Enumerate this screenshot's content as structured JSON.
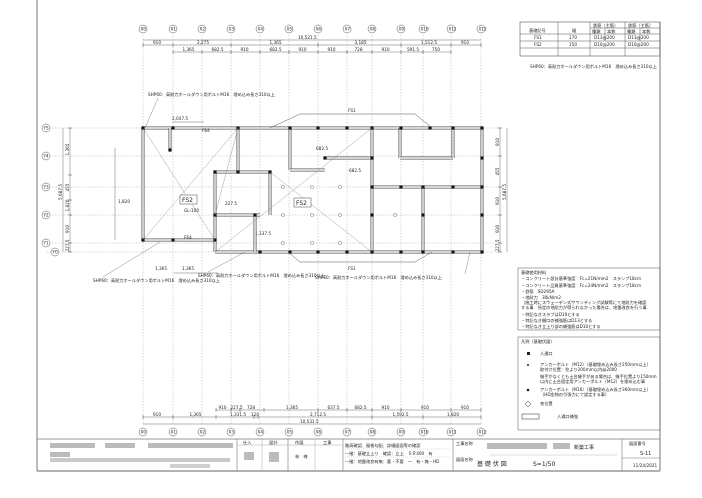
{
  "drawing": {
    "x_axes": [
      "X0",
      "X1",
      "X2",
      "X3",
      "X4",
      "X5",
      "X6",
      "X7",
      "X8",
      "X9",
      "X10",
      "X11",
      "X12"
    ],
    "y_axes": [
      "Y5",
      "Y4",
      "Y3",
      "Y2",
      "Y1",
      "Y0"
    ],
    "top_total": "10,521.5",
    "top_dims_row1": [
      "910",
      "2,275",
      "1,365",
      "3,185",
      "1,512.5",
      "910"
    ],
    "top_dims_row2": [
      "1,365",
      "682.5",
      "910",
      "682.5",
      "910",
      "910",
      "728",
      "910",
      "591.5",
      "750"
    ],
    "bottom_dims_row1": [
      "910",
      "227.5",
      "728",
      "1,365",
      "637.5",
      "682.5",
      "910",
      "910",
      "910"
    ],
    "bottom_dims_row2": [
      "910",
      "1,365",
      "1,331.5",
      "120",
      "2,712.5",
      "1,592.5",
      "1,820"
    ],
    "bottom_total": "10,531.5",
    "left_dims": [
      "1,365",
      "455",
      "1,820",
      "910",
      "227.5"
    ],
    "left_total": "5,687.5",
    "right_dims": [
      "910",
      "455",
      "910",
      "910",
      "227.5"
    ],
    "right_total": "5,687.5",
    "inner_dims": [
      "2,047.5",
      "1,365",
      "1,820",
      "682.5",
      "682.5",
      "1,137.5",
      "1,365",
      "227.5"
    ],
    "labels": {
      "fs1_top": "FS1",
      "fs1_bottom": "FS1",
      "fs2_left": "FS2",
      "fs2_right": "FS2",
      "f64_top": "F64",
      "f64_bottom": "F64",
      "gl": "GL-100"
    },
    "callouts": [
      "SHP60：高耐力ホールダウン用ボルトM16　埋め込み長さ310以上",
      "SHP60：高耐力ホールダウン用ボルトM16　埋め込み長さ310以上",
      "SHP60：高耐力ホールダウン用ボルトM16　埋め込み長さ310以上",
      "SHP60：高耐力ホールダウン用ボルトM16　埋め込み長さ310以上"
    ]
  },
  "foundation_table": {
    "headers": [
      "基礎記号",
      "幅",
      "鉄筋（主筋）",
      "鉄筋（主筋）"
    ],
    "subheaders": [
      "種類",
      "本数",
      "種類",
      "本数"
    ],
    "rows": [
      [
        "FS1",
        "170",
        "D13@200",
        "D13@200"
      ],
      [
        "FS2",
        "150",
        "D10@200",
        "D10@200"
      ]
    ],
    "note": "SHP60：高耐力ホールダウン用ボルトM16　埋め込み長さ310以上"
  },
  "general_notes": {
    "title": "基礎使用材料",
    "items": [
      "・コンクリート設計基準強度　Fc=21N/mm2　スランプ18cm",
      "・コンクリート品質基準強度　Fc=24N/mm2　スランプ18cm",
      "・鉄筋　SD295A",
      "・地耐力　30kN/m2",
      "（施工時にスウェーデン式サウンディング試験等にて地耐力を確認",
      "する事　所定の地耐力が得られなかった場合は、地盤改良を行う事",
      "・特記なきスラブはD10とする",
      "・特記なき開口の補強筋はD13とする",
      "・特記なき立上り部の補強筋はD10とする"
    ]
  },
  "legend": {
    "title": "凡例（基礎伏図）",
    "items": [
      "人通口",
      "アンカーボルト（M12）（基礎埋め込み長さ250mm以上）",
      "取付け位置：柱より200mm以内@2000",
      "継手がなくとも土台継手がある場合は、継手位置より150mm",
      "以内に土台固定用アンカーボルト（M12）を埋め込む事",
      "アンカーボルト（M16）（基礎埋め込み長さ360mm以上）",
      "（HD金物の引張力にて設定する事）",
      "束位置",
      "人通口補強"
    ]
  },
  "title_block": {
    "columns": [
      "仕入",
      "設計",
      "作図",
      "工事"
    ],
    "drawn_by": "林　様",
    "remarks": [
      "階高確認、屋根勾配、詳細図面等の確認",
      "一階：基礎立上り　確認：立上　ＳＲ400　有",
      "一階：地盤改良有無：要・不要　一　有・無・HD"
    ],
    "project_label": "工事名称",
    "project_suffix": "新築工事",
    "drawing_label": "図面名称",
    "drawing_name": "基 礎 伏 図",
    "scale": "S=1/50",
    "number_label": "図面番号",
    "number": "S-11",
    "date": "11/24/2021"
  }
}
